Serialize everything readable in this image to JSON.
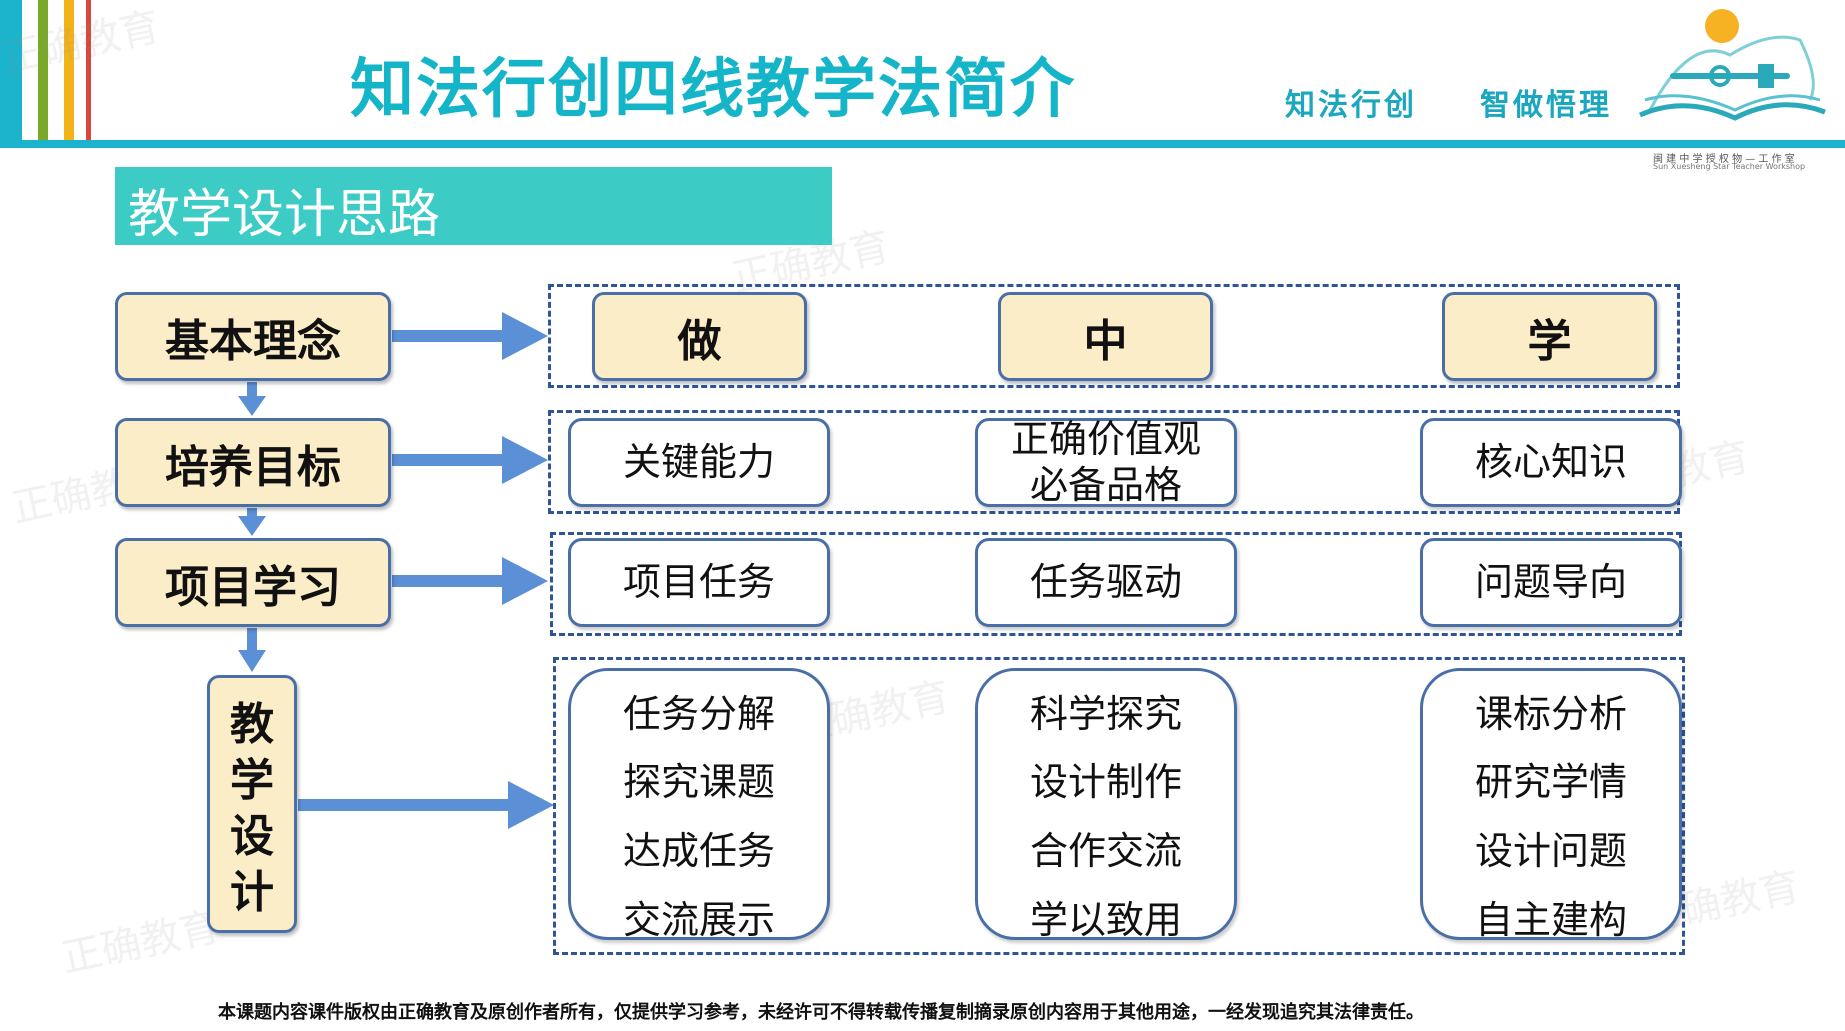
{
  "header": {
    "title": "知法行创四线教学法简介",
    "slogan_left": "知法行创",
    "slogan_right": "智做悟理",
    "logo_caption_line1": "闽 建 中 学 授 权 物 — 工 作 室",
    "logo_caption_line2": "Sun Xuesheng Star Teacher Workshop"
  },
  "section": {
    "title": "教学设计思路"
  },
  "left_column": {
    "items": [
      "基本理念",
      "培养目标",
      "项目学习"
    ],
    "vertical_chars": [
      "教",
      "学",
      "设",
      "计"
    ]
  },
  "rows": {
    "row1": [
      "做",
      "中",
      "学"
    ],
    "row2": [
      "关键能力",
      "正确价值观",
      "必备品格",
      "核心知识"
    ],
    "row3": [
      "项目任务",
      "任务驱动",
      "问题导向"
    ],
    "row4": {
      "col1": [
        "任务分解",
        "探究课题",
        "达成任务",
        "交流展示"
      ],
      "col2": [
        "科学探究",
        "设计制作",
        "合作交流",
        "学以致用"
      ],
      "col3": [
        "课标分析",
        "研究学情",
        "设计问题",
        "自主建构"
      ]
    }
  },
  "watermark": "正确教育",
  "footer": "本课题内容课件版权由正确教育及原创作者所有，仅提供学习参考，未经许可不得转载传播复制摘录原创内容用于其他用途，一经发现追究其法律责任。",
  "colors": {
    "accent": "#1cb3cc",
    "section_bg": "#3dcbc6",
    "yellow_box": "#fcedc9",
    "border": "#4a6fa7",
    "arrow": "#5b8fd6",
    "stripe_teal": "#1cb3cc",
    "stripe_olive": "#7aa92a",
    "stripe_yellow": "#f2b318",
    "stripe_red": "#d9463c"
  }
}
